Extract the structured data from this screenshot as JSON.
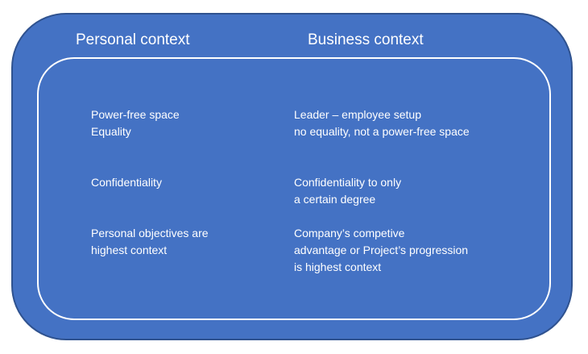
{
  "colors": {
    "fill": "#4472c4",
    "outer_border": "#2f528f",
    "inner_border": "#ffffff",
    "text": "#ffffff"
  },
  "headings": {
    "personal": "Personal context",
    "business": "Business context"
  },
  "rows": [
    {
      "personal": [
        "Power-free space",
        "Equality"
      ],
      "business": [
        "Leader – employee setup",
        "no equality, not a power-free  space"
      ]
    },
    {
      "personal": [
        "Confidentiality"
      ],
      "business": [
        "Confidentiality to only",
        "a certain degree"
      ]
    },
    {
      "personal": [
        "Personal objectives are",
        "highest context"
      ],
      "business": [
        "Company’s competive",
        "advantage or Project’s progression",
        "is highest context"
      ]
    }
  ]
}
